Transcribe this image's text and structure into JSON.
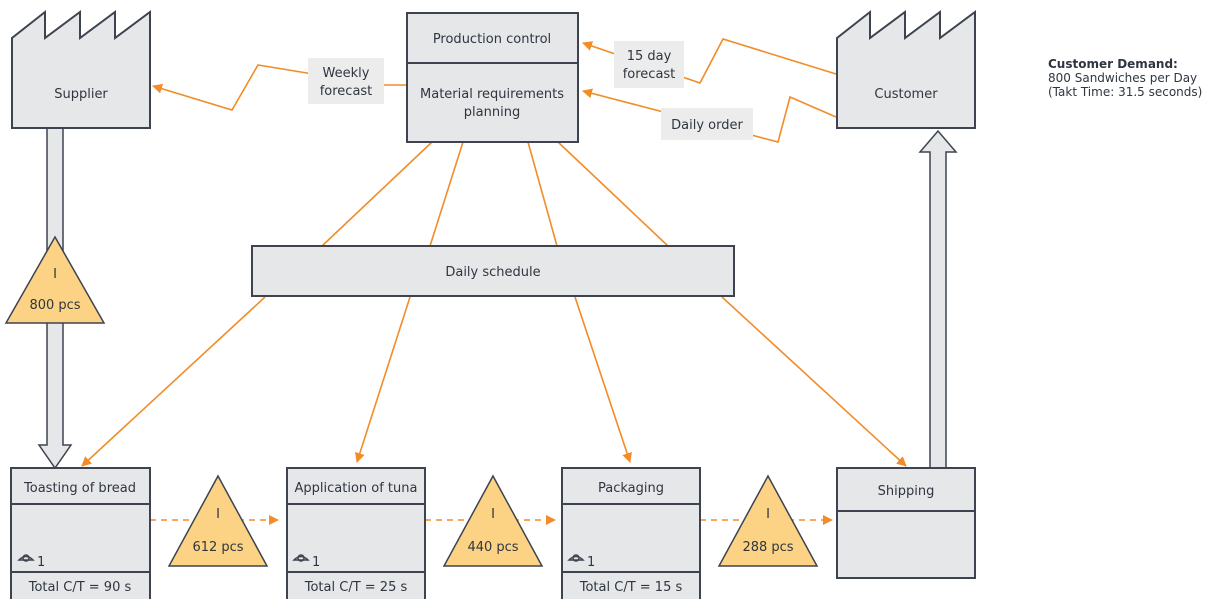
{
  "production_control": {
    "title": "Production control",
    "mrp_line1": "Material requirements",
    "mrp_line2": "planning"
  },
  "supplier": {
    "label": "Supplier"
  },
  "customer": {
    "label": "Customer"
  },
  "flows": {
    "weekly_forecast_1": "Weekly",
    "weekly_forecast_2": "forecast",
    "day_forecast_1": "15 day",
    "day_forecast_2": "forecast",
    "daily_order": "Daily order"
  },
  "customer_demand": {
    "title": "Customer Demand:",
    "line1": "800 Sandwiches per Day",
    "line2": "(Takt Time: 31.5 seconds)"
  },
  "daily_schedule": "Daily schedule",
  "inventories": {
    "supplier": "800 pcs",
    "inv1": "612 pcs",
    "inv2": "440 pcs",
    "inv3": "288 pcs",
    "symbol": "I"
  },
  "processes": [
    {
      "name": "Toasting of bread",
      "operators": "1",
      "ct": "Total C/T = 90 s"
    },
    {
      "name": "Application of tuna",
      "operators": "1",
      "ct": "Total C/T = 25 s"
    },
    {
      "name": "Packaging",
      "operators": "1",
      "ct": "Total C/T = 15 s"
    },
    {
      "name": "Shipping"
    }
  ],
  "colors": {
    "orange": "#f28c28",
    "box_fill": "#e6e7e9",
    "inventory_fill": "#fcd384",
    "stroke": "#3d4450"
  },
  "icons": [
    "factory-icon",
    "operator-icon",
    "inventory-triangle-icon",
    "push-arrow-icon"
  ]
}
